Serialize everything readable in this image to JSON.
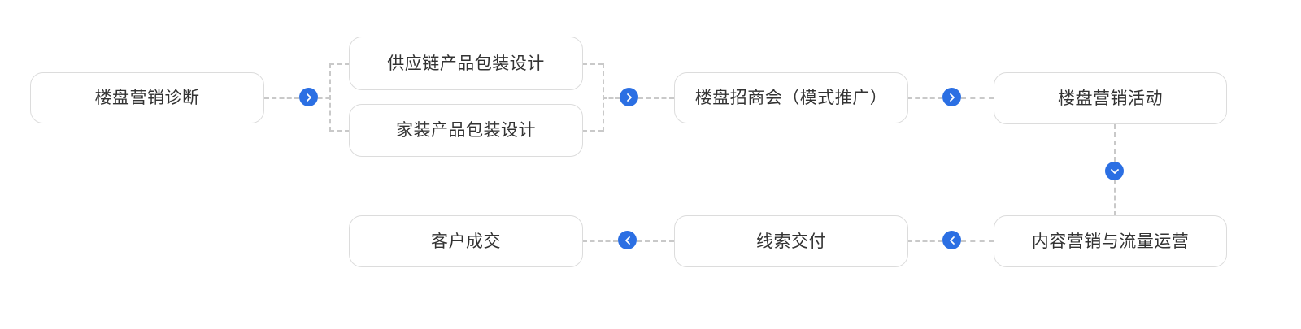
{
  "diagram": {
    "background_color": "#ffffff",
    "node_border_color": "#dcdcdc",
    "node_text_color": "#333333",
    "connector_color": "#c9c9c9",
    "accent_color": "#2b6fe3",
    "nodes": [
      {
        "id": "n1",
        "label": "楼盘营销诊断"
      },
      {
        "id": "n2",
        "label": "供应链产品包装设计"
      },
      {
        "id": "n3",
        "label": "家装产品包装设计"
      },
      {
        "id": "n4",
        "label": "楼盘招商会（模式推广）"
      },
      {
        "id": "n5",
        "label": "楼盘营销活动"
      },
      {
        "id": "n6",
        "label": "内容营销与流量运营"
      },
      {
        "id": "n7",
        "label": "线索交付"
      },
      {
        "id": "n8",
        "label": "客户成交"
      }
    ],
    "connectors": [
      {
        "id": "c1",
        "icon": "chevron-right-icon",
        "direction": "right"
      },
      {
        "id": "c2",
        "icon": "chevron-right-icon",
        "direction": "right"
      },
      {
        "id": "c3",
        "icon": "chevron-right-icon",
        "direction": "right"
      },
      {
        "id": "c4",
        "icon": "chevron-down-icon",
        "direction": "down"
      },
      {
        "id": "c5",
        "icon": "chevron-left-icon",
        "direction": "left"
      },
      {
        "id": "c6",
        "icon": "chevron-left-icon",
        "direction": "left"
      }
    ]
  }
}
